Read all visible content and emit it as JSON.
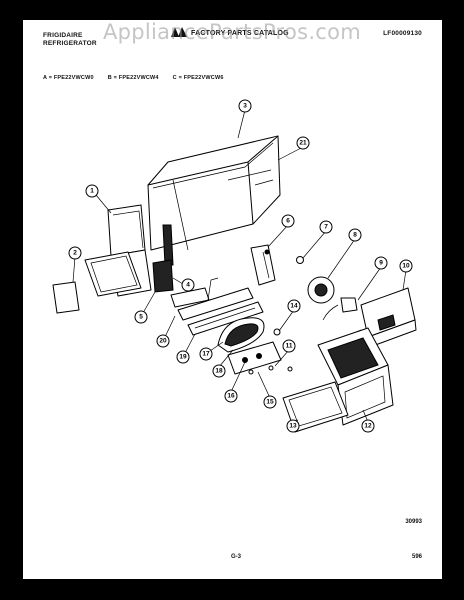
{
  "watermark": "AppliancePartsPros.com",
  "header": {
    "brand_line1": "FRIGIDAIRE",
    "brand_line2": "REFRIGERATOR",
    "title": "FACTORY PARTS CATALOG",
    "doc_number": "LF00009130"
  },
  "models": [
    "A = FPE22VWCW0",
    "B = FPE22VWCW4",
    "C = FPE22VWCW6"
  ],
  "callouts": [
    "1",
    "2",
    "3",
    "4",
    "5",
    "6",
    "7",
    "8",
    "9",
    "10",
    "11",
    "12",
    "13",
    "14",
    "15",
    "16",
    "17",
    "18",
    "19",
    "20",
    "21"
  ],
  "footer": {
    "code": "30993",
    "page_code": "G-3",
    "page_number": "596"
  },
  "colors": {
    "frame": "#000000",
    "paper": "#ffffff",
    "watermark": "#969696"
  }
}
